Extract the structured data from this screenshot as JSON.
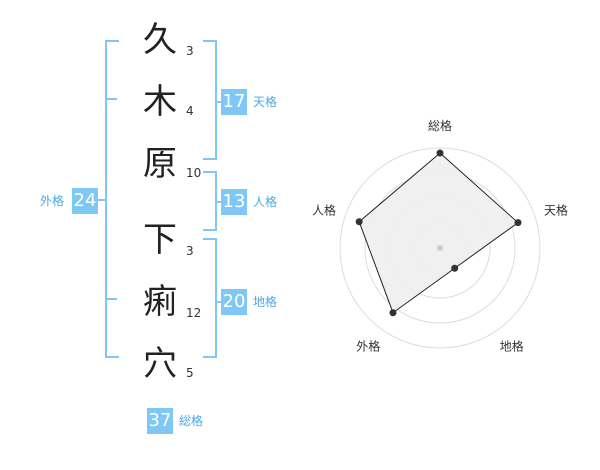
{
  "name": {
    "chars": [
      {
        "char": "久",
        "strokes": "3"
      },
      {
        "char": "木",
        "strokes": "4"
      },
      {
        "char": "原",
        "strokes": "10"
      },
      {
        "char": "下",
        "strokes": "3"
      },
      {
        "char": "痢",
        "strokes": "12"
      },
      {
        "char": "穴",
        "strokes": "5"
      }
    ]
  },
  "fortune": {
    "tenkaku": {
      "label": "天格",
      "value": "17"
    },
    "jinkaku": {
      "label": "人格",
      "value": "13"
    },
    "chikaku": {
      "label": "地格",
      "value": "20"
    },
    "gaikaku": {
      "label": "外格",
      "value": "24"
    },
    "soukaku": {
      "label": "総格",
      "value": "37"
    }
  },
  "colors": {
    "badge": "#7fc8f6",
    "badge_text": "#ffffff",
    "label": "#4aa8e6",
    "radar_fill": "#eeeeee"
  },
  "chart_data": {
    "type": "radar",
    "axes": [
      "総格",
      "天格",
      "地格",
      "外格",
      "人格"
    ],
    "values": [
      0.95,
      0.82,
      0.25,
      0.8,
      0.85
    ],
    "rings": 4
  }
}
